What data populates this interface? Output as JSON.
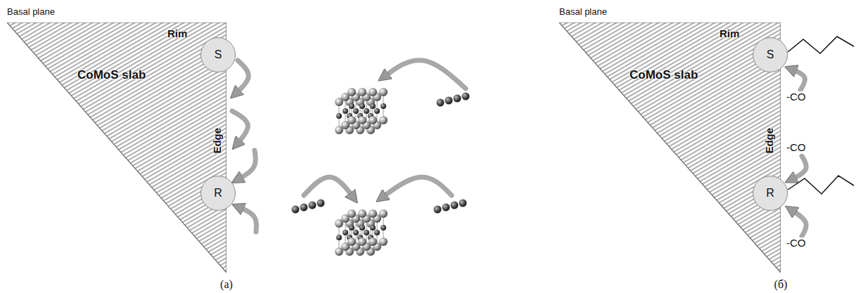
{
  "diagram": {
    "nodes": [
      {
        "text": [
          "Rim",
          "CoMoS slab",
          "Edge"
        ]
      },
      {
        "text": [
          "S"
        ]
      },
      {
        "text": [
          "R"
        ]
      },
      {
        "text": [
          "Rim",
          "CoMoS slab",
          "Edge"
        ]
      },
      {
        "text": [
          "S"
        ]
      },
      {
        "text": [
          "R"
        ]
      }
    ],
    "labels": [
      "Basal plane",
      "Basal plane",
      "-CO",
      "-CO",
      "-CO",
      "(а)",
      "(б)"
    ]
  }
}
